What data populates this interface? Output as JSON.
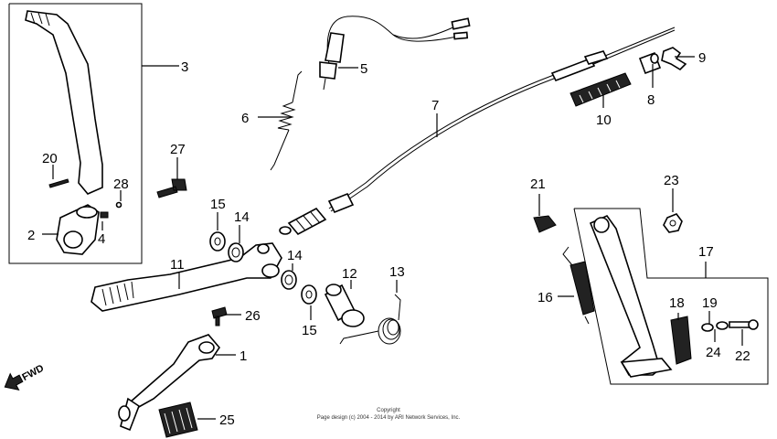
{
  "callouts": {
    "c1": "1",
    "c2": "2",
    "c3": "3",
    "c4": "4",
    "c5": "5",
    "c6": "6",
    "c7": "7",
    "c8": "8",
    "c9": "9",
    "c10": "10",
    "c11": "11",
    "c12": "12",
    "c13": "13",
    "c14a": "14",
    "c14b": "14",
    "c15a": "15",
    "c15b": "15",
    "c16": "16",
    "c17": "17",
    "c18": "18",
    "c19": "19",
    "c20": "20",
    "c21": "21",
    "c22": "22",
    "c23": "23",
    "c24": "24",
    "c25": "25",
    "c26": "26",
    "c27": "27",
    "c28": "28"
  },
  "direction": "FWD",
  "copyright": {
    "line1": "Copyright",
    "line2": "Page design (c) 2004 - 2014 by ARI Network Services, Inc."
  }
}
